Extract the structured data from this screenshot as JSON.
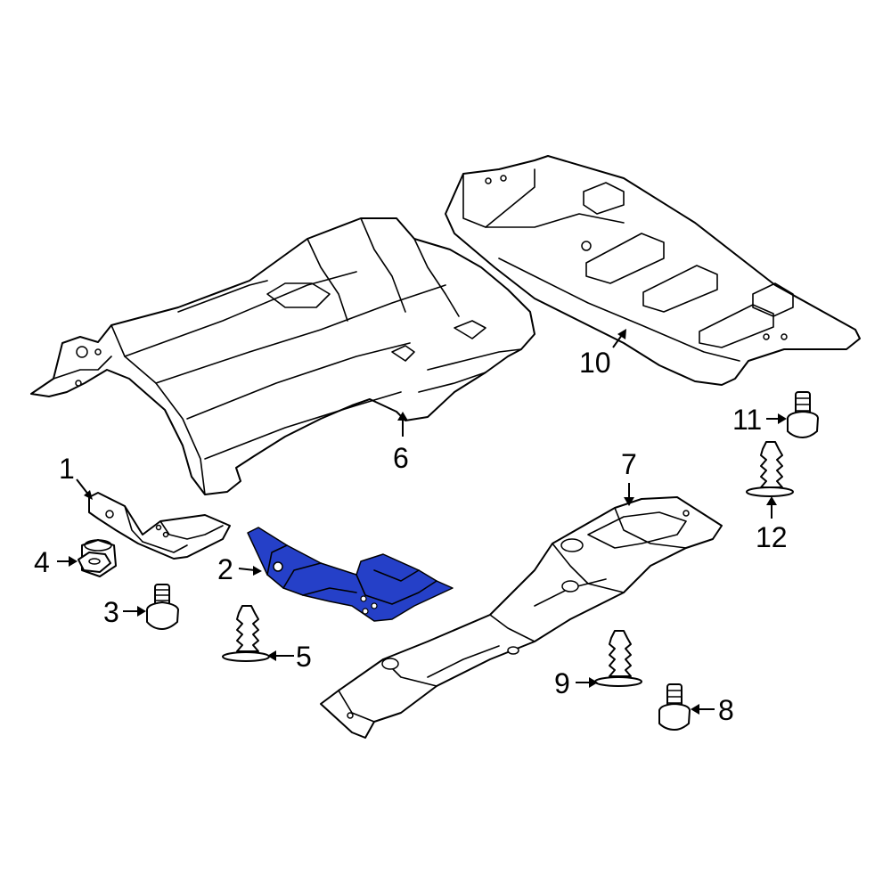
{
  "colors": {
    "highlight": "#2540c8",
    "line": "#000000",
    "background": "#ffffff"
  },
  "callouts": [
    {
      "id": "1",
      "label": "1"
    },
    {
      "id": "2",
      "label": "2"
    },
    {
      "id": "3",
      "label": "3"
    },
    {
      "id": "4",
      "label": "4"
    },
    {
      "id": "5",
      "label": "5"
    },
    {
      "id": "6",
      "label": "6"
    },
    {
      "id": "7",
      "label": "7"
    },
    {
      "id": "8",
      "label": "8"
    },
    {
      "id": "9",
      "label": "9"
    },
    {
      "id": "10",
      "label": "10"
    },
    {
      "id": "11",
      "label": "11"
    },
    {
      "id": "12",
      "label": "12"
    }
  ]
}
